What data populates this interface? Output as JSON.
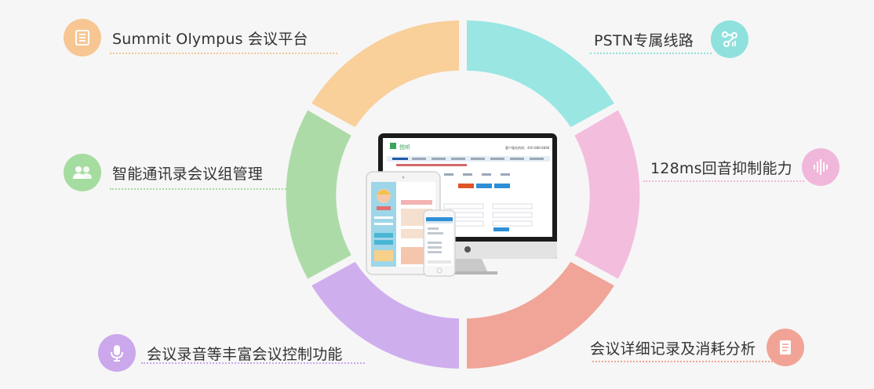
{
  "features": {
    "summit": {
      "label": "Summit Olympus 会议平台",
      "icon": "list-doc-icon",
      "color": "#f7c693",
      "ring_color": "#f9cf9a"
    },
    "pstn": {
      "label": "PSTN专属线路",
      "icon": "network-route-icon",
      "color": "#8fe1dd",
      "ring_color": "#99e6e2"
    },
    "echo": {
      "label": "128ms回音抑制能力",
      "icon": "sound-wave-icon",
      "color": "#f1b7da",
      "ring_color": "#f3bddd"
    },
    "records": {
      "label": "会议详细记录及消耗分析",
      "icon": "document-icon",
      "color": "#f1a496",
      "ring_color": "#f0a598"
    },
    "control": {
      "label": "会议录音等丰富会议控制功能",
      "icon": "microphone-icon",
      "color": "#cba7ec",
      "ring_color": "#cfaeee"
    },
    "contacts": {
      "label": "智能通讯录会议组管理",
      "icon": "user-group-icon",
      "color": "#a5dca0",
      "ring_color": "#acdba8"
    }
  },
  "center": {
    "brand": "悦听",
    "hotline": "客户服务热线：400-888-8888"
  }
}
